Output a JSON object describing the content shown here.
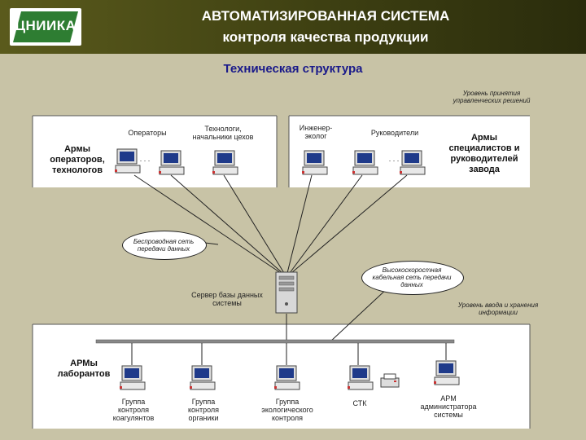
{
  "header": {
    "logo_text": "ЦНИИКА",
    "title": "АВТОМАТИЗИРОВАННАЯ СИСТЕМА",
    "subtitle": "контроля качества продукции"
  },
  "diagram": {
    "title": "Техническая структура",
    "level_decision": "Уровень принятия управленческих решений",
    "level_input": "Уровень ввода и хранения информации",
    "top_left_group": {
      "heading": "Армы операторов, технологов",
      "operators": "Операторы",
      "technologists": "Технологи, начальники цехов",
      "dots": ". . ."
    },
    "top_right_group": {
      "heading": "Армы специалистов и руководителей завода",
      "engineers": "Инженер-эколог",
      "managers": "Руководители",
      "dots": ". . ."
    },
    "wireless": "Беспроводная сеть передачи данных",
    "cable": "Высокоскоростная кабельная сеть передачи данных",
    "server": "Сервер базы данных системы",
    "bottom_group": {
      "heading": "АРМы лаборантов",
      "coagulant": "Группа контроля коагулянтов",
      "organics": "Группа контроля органики",
      "eco": "Группа экологического контроля",
      "stk": "СТК",
      "admin": "АРМ администратора системы"
    }
  }
}
